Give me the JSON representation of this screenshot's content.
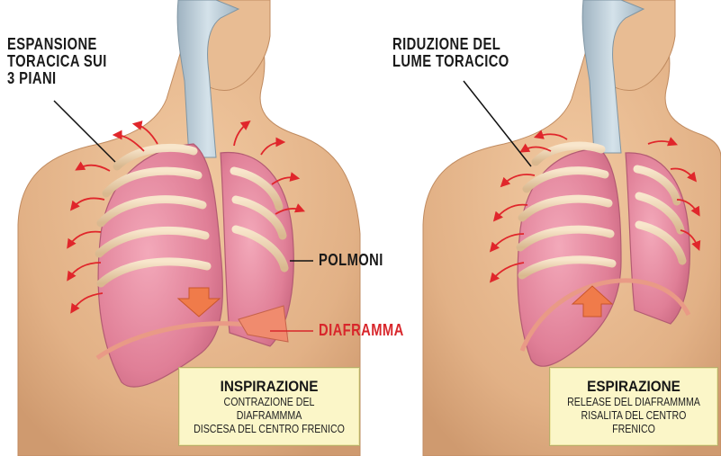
{
  "left_panel": {
    "callout_expansion": [
      "ESPANSIONE",
      "TORACICA SUI",
      "3 PIANI"
    ],
    "label_lungs": "POLMONI",
    "label_diaphragm": "DIAFRAMMA",
    "box": {
      "title": "INSPIRAZIONE",
      "line1": "CONTRAZIONE DEL DIAFRAMMMA",
      "line2": "DISCESA DEL CENTRO FRENICO"
    }
  },
  "right_panel": {
    "callout_reduction": [
      "RIDUZIONE DEL",
      "LUME TORACICO"
    ],
    "box": {
      "title": "ESPIRAZIONE",
      "line1": "RELEASE DEL DIAFRAMMMA",
      "line2": "RISALITA DEL CENTRO FRENICO"
    }
  },
  "colors": {
    "skin": "#e3b58c",
    "lung": "#e58aa0",
    "rib": "#f2d9b8",
    "trachea": "#b9cbd6",
    "arrow_red": "#e0262b",
    "arrow_orange": "#f07b4a",
    "box_bg": "#fbf6c8"
  }
}
